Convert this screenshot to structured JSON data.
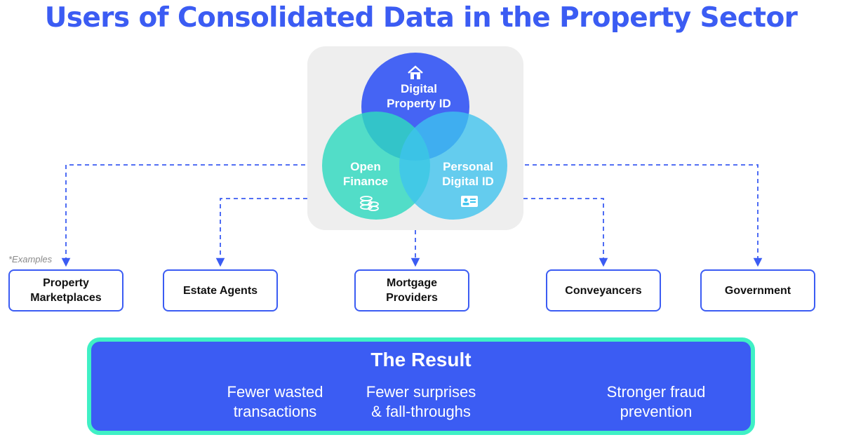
{
  "title": "Users of Consolidated Data in the Property Sector",
  "venn": {
    "top": "Digital\nProperty ID",
    "left": "Open\nFinance",
    "right": "Personal\nDigital ID",
    "top_icon": "house-icon",
    "left_icon": "coins-icon",
    "right_icon": "id-card-icon",
    "colors": {
      "top": "#3b5cf3",
      "left": "#2fd9c0",
      "right": "#3ec3ee",
      "panel": "#eeeeee"
    }
  },
  "examples_note": "*Examples",
  "users": [
    "Property\nMarketplaces",
    "Estate Agents",
    "Mortgage\nProviders",
    "Conveyancers",
    "Government"
  ],
  "result": {
    "title": "The Result",
    "items": [
      "Fewer wasted\ntransactions",
      "Fewer surprises\n& fall-throughs",
      "Stronger fraud\nprevention"
    ]
  },
  "colors": {
    "accent": "#3b5cf3",
    "result_border": "#3ff0c5"
  }
}
